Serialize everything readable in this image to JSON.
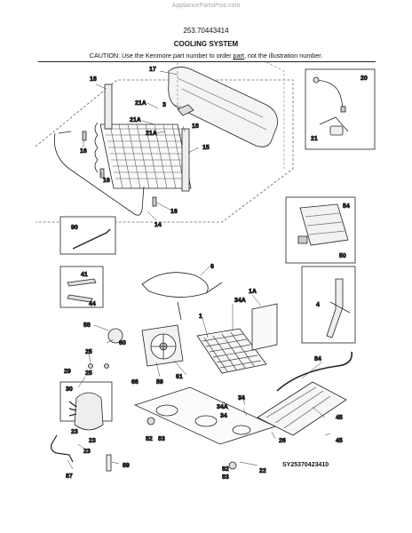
{
  "header": {
    "watermark": "AppliancePartsPros.com",
    "model": "253.70443414",
    "title": "COOLING SYSTEM",
    "caution_before": "CAUTION: Use the Kenmore part number to order ",
    "caution_link": "part",
    "caution_after": ", not the illustration number."
  },
  "callouts": [
    {
      "id": "17",
      "label": "17"
    },
    {
      "id": "18a",
      "label": "18"
    },
    {
      "id": "3",
      "label": "3"
    },
    {
      "id": "21Aa",
      "label": "21A"
    },
    {
      "id": "21Ab",
      "label": "21A"
    },
    {
      "id": "21Ac",
      "label": "21A"
    },
    {
      "id": "18b",
      "label": "18"
    },
    {
      "id": "15",
      "label": "15"
    },
    {
      "id": "16a",
      "label": "16"
    },
    {
      "id": "16b",
      "label": "16"
    },
    {
      "id": "16c",
      "label": "16"
    },
    {
      "id": "14",
      "label": "14"
    },
    {
      "id": "20",
      "label": "20"
    },
    {
      "id": "21",
      "label": "21"
    },
    {
      "id": "90",
      "label": "90"
    },
    {
      "id": "54",
      "label": "54"
    },
    {
      "id": "50",
      "label": "50"
    },
    {
      "id": "41",
      "label": "41"
    },
    {
      "id": "44",
      "label": "44"
    },
    {
      "id": "6",
      "label": "6"
    },
    {
      "id": "1A",
      "label": "1A"
    },
    {
      "id": "34Aa",
      "label": "34A"
    },
    {
      "id": "1",
      "label": "1"
    },
    {
      "id": "4",
      "label": "4"
    },
    {
      "id": "58",
      "label": "58"
    },
    {
      "id": "60",
      "label": "60"
    },
    {
      "id": "25a",
      "label": "25"
    },
    {
      "id": "25b",
      "label": "25"
    },
    {
      "id": "29",
      "label": "29"
    },
    {
      "id": "59",
      "label": "59"
    },
    {
      "id": "66",
      "label": "66"
    },
    {
      "id": "61",
      "label": "61"
    },
    {
      "id": "84",
      "label": "84"
    },
    {
      "id": "30",
      "label": "30"
    },
    {
      "id": "34a",
      "label": "34"
    },
    {
      "id": "34Ab",
      "label": "34A"
    },
    {
      "id": "34b",
      "label": "34"
    },
    {
      "id": "45a",
      "label": "45"
    },
    {
      "id": "23a",
      "label": "23"
    },
    {
      "id": "23b",
      "label": "23"
    },
    {
      "id": "82a",
      "label": "82"
    },
    {
      "id": "83a",
      "label": "83"
    },
    {
      "id": "26",
      "label": "26"
    },
    {
      "id": "45b",
      "label": "45"
    },
    {
      "id": "23c",
      "label": "23"
    },
    {
      "id": "89",
      "label": "89"
    },
    {
      "id": "87",
      "label": "87"
    },
    {
      "id": "82b",
      "label": "82"
    },
    {
      "id": "83b",
      "label": "83"
    },
    {
      "id": "22",
      "label": "22"
    }
  ],
  "footer": {
    "illustration_code": "SY25370423410"
  }
}
